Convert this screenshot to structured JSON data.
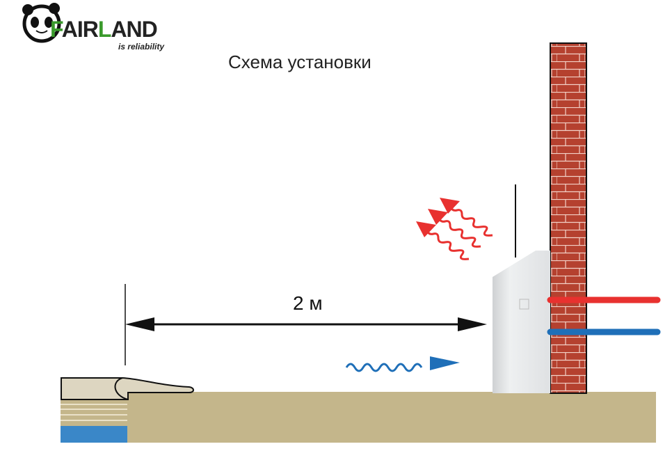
{
  "logo": {
    "brand": "FAIRLAND",
    "brand_green_1": "F",
    "brand_dark_1": "AIR",
    "brand_green_2": "L",
    "brand_dark_2": "AND",
    "tagline": "is reliability"
  },
  "title": "Схема установки",
  "distance_label": "2 м",
  "colors": {
    "ground": "#c4b68b",
    "brick": "#b5412f",
    "hot": "#e8312f",
    "cold": "#1f6fb8",
    "pool_water": "#3a87c8",
    "brand_green": "#3a9a2c"
  }
}
